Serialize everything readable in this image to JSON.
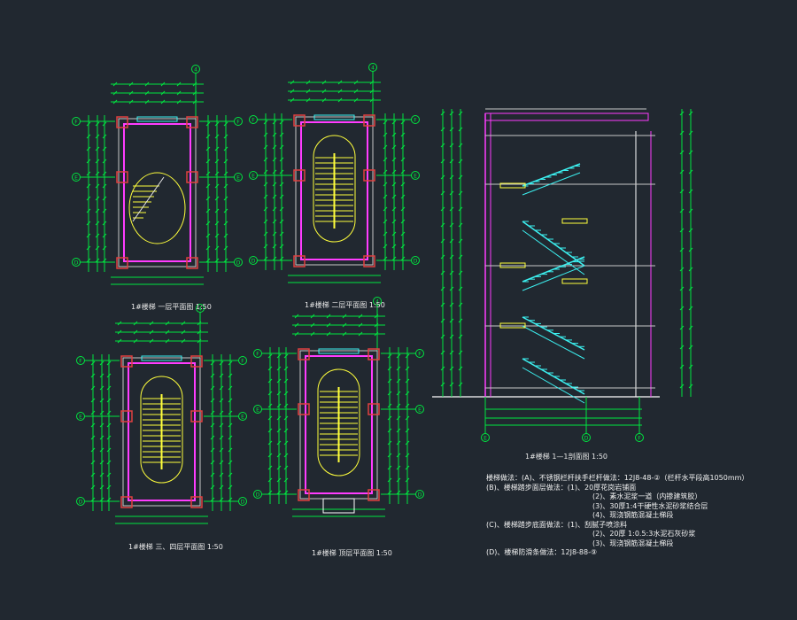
{
  "captions": {
    "plan1": "1#楼梯 一层平面图  1:50",
    "plan2": "1#楼梯 二层平面图  1:50",
    "plan3": "1#楼梯 三、四层平面图  1:50",
    "plan4": "1#楼梯 顶层平面图  1:50",
    "section": "1#楼梯 1—1剖面图  1:50"
  },
  "axis_labels": {
    "top_plan1": "4",
    "top_plan2": "4",
    "top_plan3": "4",
    "top_plan4": "4",
    "rows": [
      "F",
      "E",
      "D"
    ],
    "section_bottom": [
      "E",
      "D",
      "F"
    ]
  },
  "notes": [
    "楼梯做法：(A)、不锈钢栏杆扶手栏杆做法：12J8-48-②（栏杆水平段高1050mm）",
    "(B)、楼梯踏步面层做法：(1)、20厚花岗岩铺面",
    "(2)、素水泥浆一道（内掺建筑胶）",
    "(3)、30厚1:4干硬性水泥砂浆结合层",
    "(4)、现浇钢筋混凝土梯段",
    "(C)、楼梯踏步底面做法：(1)、刮腻子喷涂料",
    "(2)、20厚 1:0.5:3水泥石灰砂浆",
    "(3)、现浇钢筋混凝土梯段",
    "(D)、楼梯防滑条做法：12J8-88-⑨"
  ],
  "colors": {
    "background": "#212830",
    "dimension": "#00e640",
    "wall": "#ff3cff",
    "stair": "#ffff3c",
    "section_stair": "#3cf0f0",
    "text": "#e8e8e8"
  }
}
